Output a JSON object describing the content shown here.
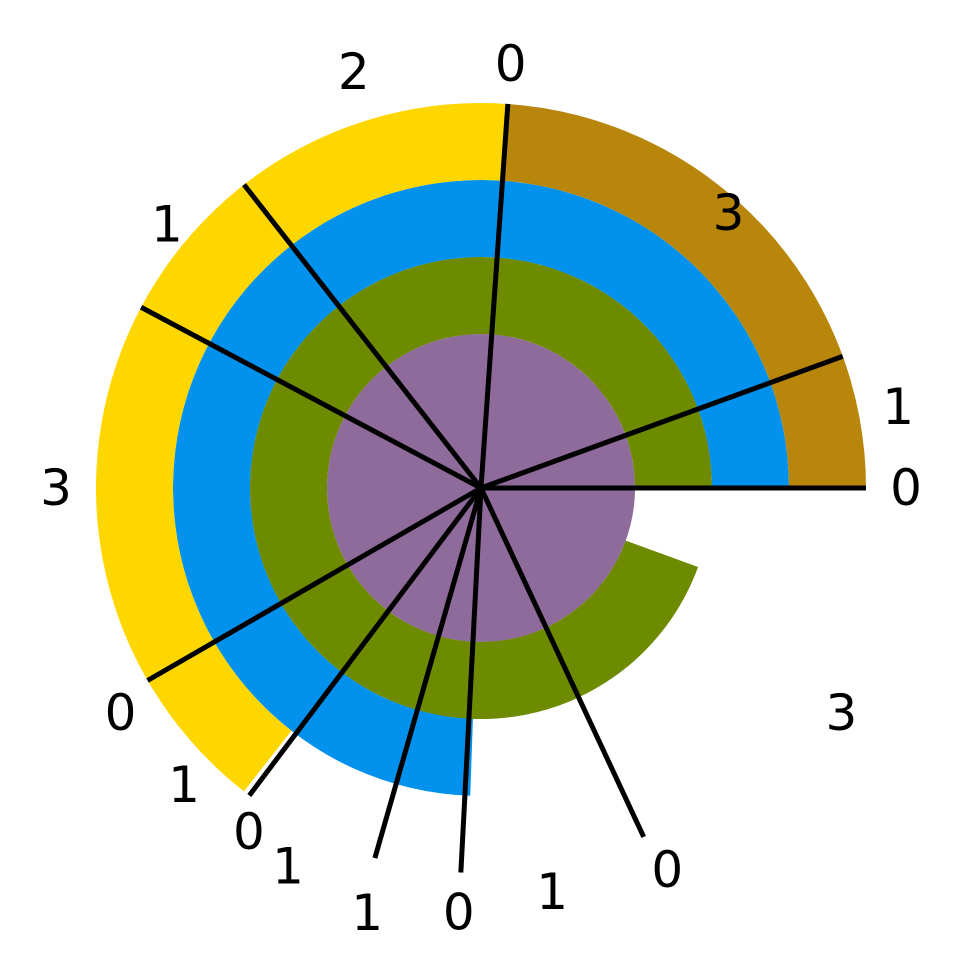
{
  "chart_data": {
    "type": "radial",
    "rings": [
      {
        "name": "",
        "color": "#8E6B9A",
        "arcs": [
          [
            0,
            360
          ]
        ]
      },
      {
        "name": "",
        "color": "#6E8B00",
        "arcs": [
          [
            0,
            340
          ],
          [
            -114,
            -67
          ]
        ]
      },
      {
        "name": "",
        "color": "#0291EC",
        "arcs": [
          [
            0,
            268
          ]
        ]
      },
      {
        "name": "",
        "color": "#FFD700",
        "arcs": [
          [
            86,
            232
          ]
        ]
      },
      {
        "name": "",
        "color": "#B8860B",
        "arcs": [
          [
            0,
            86
          ]
        ]
      }
    ],
    "spokes": [
      {
        "angle": 0,
        "length": 385
      },
      {
        "angle": 20,
        "length": 385
      },
      {
        "angle": 86,
        "length": 385
      },
      {
        "angle": 128,
        "length": 385
      },
      {
        "angle": 152,
        "length": 385
      },
      {
        "angle": 210,
        "length": 385
      },
      {
        "angle": 233,
        "length": 385
      },
      {
        "angle": 254,
        "length": 385
      },
      {
        "angle": 267,
        "length": 385
      },
      {
        "angle": 295,
        "length": 385
      }
    ],
    "labels": [
      {
        "text": "0",
        "angle": 0,
        "r": 425
      },
      {
        "text": "1",
        "angle": 11,
        "r": 425
      },
      {
        "text": "3",
        "angle": 48,
        "r": 370
      },
      {
        "text": "0",
        "angle": 86,
        "r": 425
      },
      {
        "text": "2",
        "angle": 107,
        "r": 435
      },
      {
        "text": "1",
        "angle": 140,
        "r": 410
      },
      {
        "text": "3",
        "angle": 180,
        "r": 425
      },
      {
        "text": "0",
        "angle": 212,
        "r": 425
      },
      {
        "text": "1",
        "angle": 225,
        "r": 420
      },
      {
        "text": "0",
        "angle": 236,
        "r": 415
      },
      {
        "text": "1",
        "angle": 243,
        "r": 425
      },
      {
        "text": "1",
        "angle": 255,
        "r": 440
      },
      {
        "text": "0",
        "angle": 267,
        "r": 425
      },
      {
        "text": "1",
        "angle": 280,
        "r": 410
      },
      {
        "text": "0",
        "angle": 296,
        "r": 425
      },
      {
        "text": "3",
        "angle": 328,
        "r": 425
      }
    ]
  }
}
